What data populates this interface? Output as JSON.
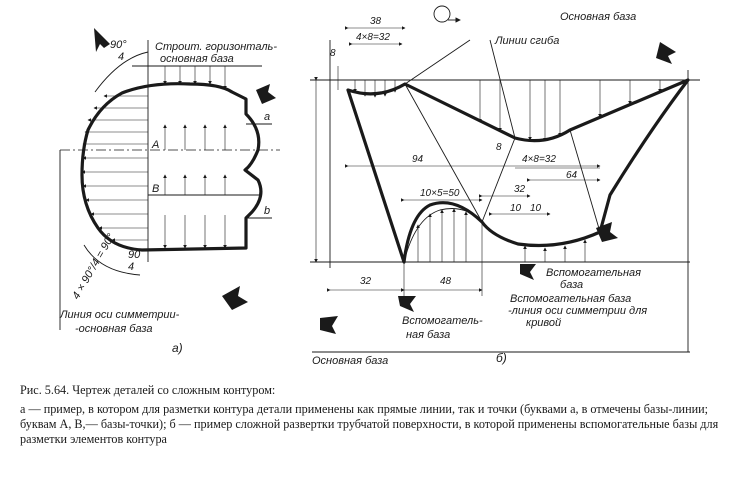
{
  "figure_a": {
    "angle_top": "90°",
    "angle_top_div": "4",
    "horizontal_label_1": "Строит. горизонталь-",
    "horizontal_label_2": "основная база",
    "point_A": "A",
    "point_B": "B",
    "line_a": "a",
    "line_b": "b",
    "angle_bottom": "90",
    "angle_bottom_div": "4",
    "angle_sum": "4 × 90°/4 = 90°",
    "axis_label_1": "Линия оси симметрии-",
    "axis_label_2": "-основная база",
    "panel": "а)"
  },
  "figure_b": {
    "dim_38": "38",
    "dim_4x8_top": "4×8=32",
    "dim_8_left": "8",
    "bend_lines": "Линии сгиба",
    "main_base_top": "Основная база",
    "dim_8_mid": "8",
    "dim_4x8_mid": "4×8=32",
    "dim_94": "94",
    "dim_64": "64",
    "dim_10x5": "10×5=50",
    "dim_32_mid": "32",
    "dim_10a": "10",
    "dim_10b": "10",
    "dim_32_bottom": "32",
    "dim_48": "48",
    "aux_base_right_1": "Вспомогательная",
    "aux_base_right_2": "база",
    "aux_base_right2_1": "Вспомогательная база",
    "aux_base_right2_2": "-линия оси симметрии для",
    "aux_base_right2_3": "кривой",
    "aux_base_left_1": "Вспомогатель-",
    "aux_base_left_2": "ная база",
    "main_base_bottom": "Основная база",
    "panel": "б)"
  },
  "caption": {
    "title": "Рис. 5.64. Чертеж деталей со сложным контуром:",
    "body": "а — пример, в котором для разметки контура детали применены как прямые линии, так и точки (буквами а, в отмечены базы-линии; буквам А, В,— базы-точки); б — пример сложной развертки трубчатой поверхности, в которой применены вспомогательные базы для разметки элементов контура"
  }
}
